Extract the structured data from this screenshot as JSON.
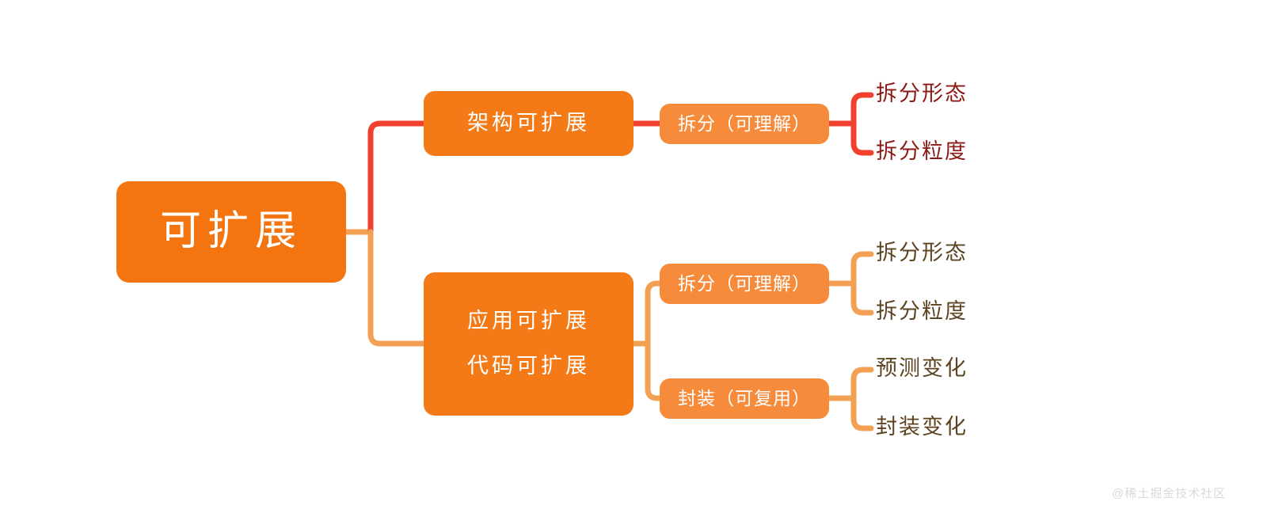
{
  "diagram": {
    "type": "mindmap",
    "root": {
      "label": "可扩展",
      "color": "#F4750F"
    },
    "branches": [
      {
        "id": "architecture",
        "label": "架构可扩展",
        "connector_color": "#F2402F",
        "leaf_text_color": "#8B1A14",
        "children": [
          {
            "label": "拆分（可理解）",
            "leaves": [
              "拆分形态",
              "拆分粒度"
            ]
          }
        ]
      },
      {
        "id": "application-and-code",
        "labels": [
          "应用可扩展",
          "代码可扩展"
        ],
        "connector_color": "#F2A154",
        "leaf_text_color": "#5C4420",
        "children": [
          {
            "label": "拆分（可理解）",
            "leaves": [
              "拆分形态",
              "拆分粒度"
            ]
          },
          {
            "label": "封装（可复用）",
            "leaves": [
              "预测变化",
              "封装变化"
            ]
          }
        ]
      }
    ],
    "colors": {
      "node_primary": "#F47A18",
      "node_secondary": "#F68B3C",
      "connector_red": "#F2402F",
      "connector_orange": "#F2A154",
      "background": "#FFFFFF"
    }
  },
  "watermark": {
    "text": "@稀土掘金技术社区",
    "color": "#D8DADF"
  }
}
